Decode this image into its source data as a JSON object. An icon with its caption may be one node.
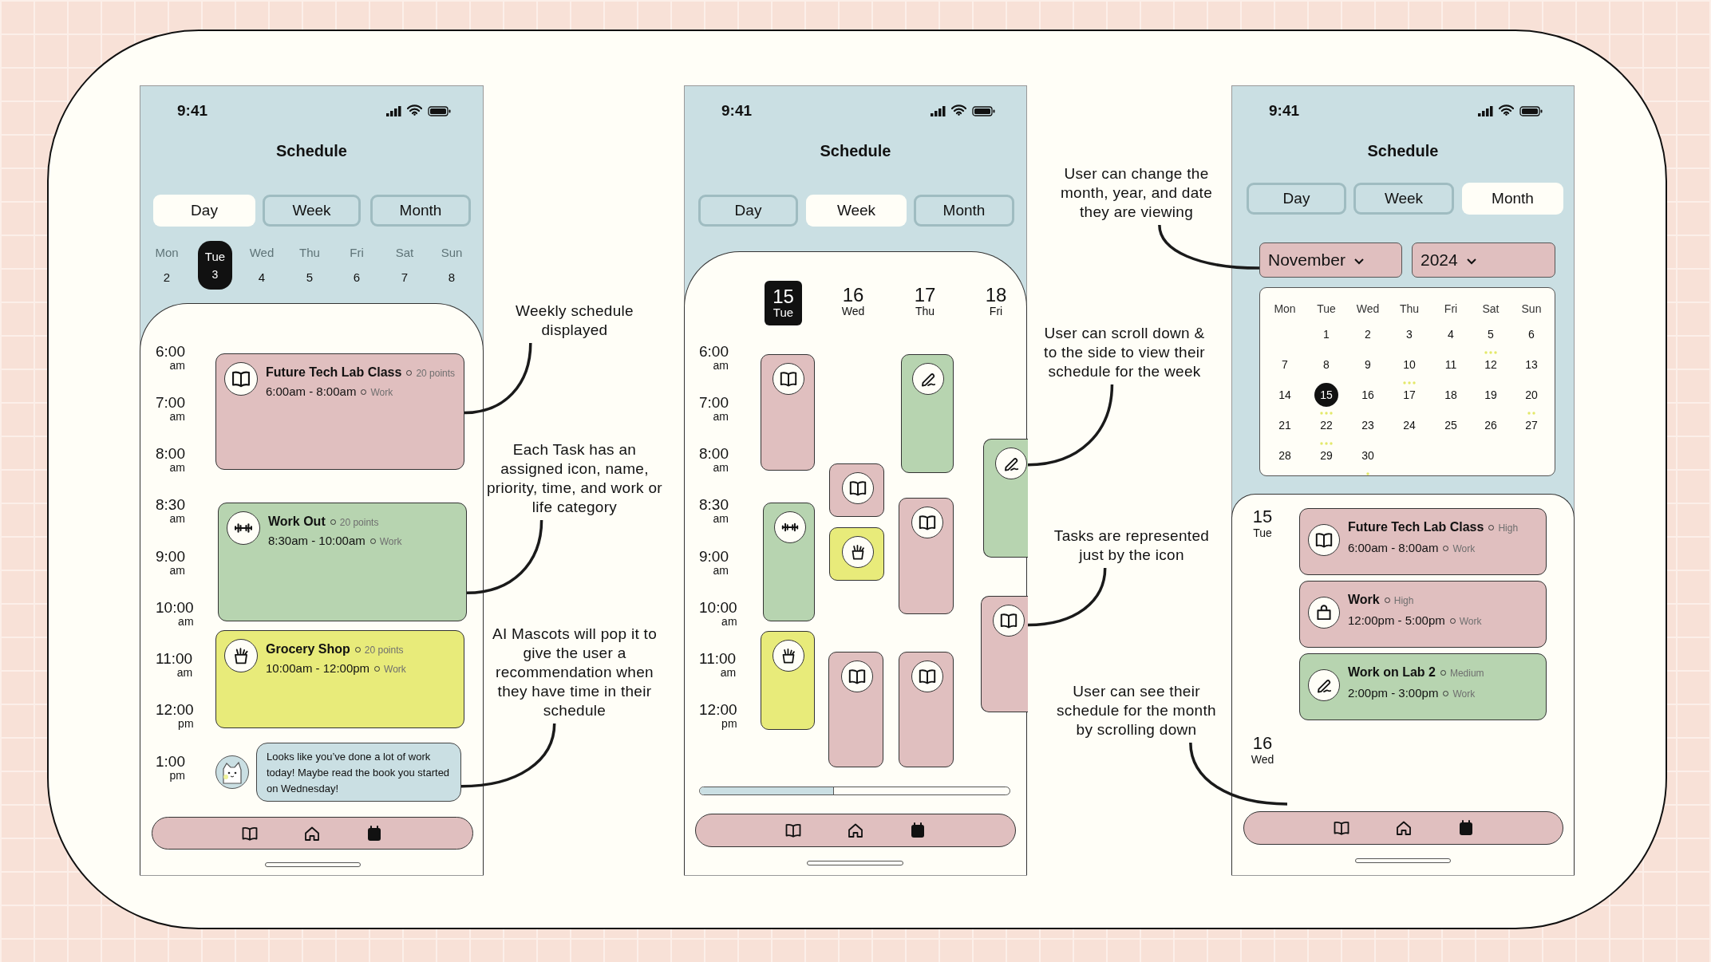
{
  "diagram": {
    "nodes": [
      {
        "text": [
          "9:41",
          "Schedule"
        ]
      },
      {
        "text": [
          "Day"
        ],
        "in": 0
      },
      {
        "text": [
          "Week"
        ],
        "in": 0
      },
      {
        "text": [
          "Month"
        ],
        "in": 0
      },
      {
        "text": [
          "Tue",
          "3"
        ],
        "in": 0
      },
      {
        "text": [
          "Future Tech Lab Class",
          "20 points",
          "6:00am - 8:00am",
          "Work"
        ],
        "in": 0
      },
      {
        "text": [
          "Work Out",
          "20 points",
          "8:30am - 10:00am",
          "Work"
        ],
        "in": 0
      },
      {
        "text": [
          "Grocery Shop",
          "20 points",
          "10:00am - 12:00pm",
          "Work"
        ],
        "in": 0
      },
      {
        "text": [
          "Looks like you’ve done a lot of work today! Maybe read the book you started on Wednesday!"
        ],
        "in": 0
      },
      {
        "text": [
          "Weekly schedule displayed"
        ]
      },
      {
        "text": [
          "Each Task has an assigned icon, name, priority, time, and work or life category"
        ]
      },
      {
        "text": [
          "AI Mascots will pop it to give the user a recommendation when they have time in their schedule"
        ]
      },
      {
        "text": [
          "9:41",
          "Schedule"
        ]
      },
      {
        "text": [
          "Day"
        ],
        "in": 12
      },
      {
        "text": [
          "Week"
        ],
        "in": 12
      },
      {
        "text": [
          "Month"
        ],
        "in": 12
      },
      {
        "text": [
          "15",
          "Tue"
        ],
        "in": 12
      },
      {
        "text": [],
        "shape": "box",
        "in": 12
      },
      {
        "text": [],
        "shape": "box",
        "in": 12
      },
      {
        "text": [],
        "shape": "box",
        "in": 12
      },
      {
        "text": [],
        "shape": "box",
        "in": 12
      },
      {
        "text": [],
        "shape": "box",
        "in": 12
      },
      {
        "text": [],
        "shape": "box",
        "in": 12
      },
      {
        "text": [],
        "shape": "box",
        "in": 12
      },
      {
        "text": [],
        "shape": "box",
        "in": 12
      },
      {
        "text": [],
        "shape": "box",
        "in": 12
      },
      {
        "text": [],
        "shape": "box",
        "in": 12
      },
      {
        "text": [],
        "shape": "box",
        "in": 12
      },
      {
        "text": [
          "User can scroll down & to the side to view their schedule for the week"
        ]
      },
      {
        "text": [
          "Tasks are represented just by the icon"
        ]
      },
      {
        "text": [
          "9:41",
          "Schedule"
        ]
      },
      {
        "text": [
          "Day"
        ],
        "in": 30
      },
      {
        "text": [
          "Week"
        ],
        "in": 30
      },
      {
        "text": [
          "Month"
        ],
        "in": 30
      },
      {
        "text": [
          "November"
        ],
        "in": 30
      },
      {
        "text": [
          "2024"
        ],
        "in": 30
      },
      {
        "text": [
          "Mon",
          "Tue",
          "Wed",
          "Thu",
          "Fri",
          "Sat",
          "Sun",
          "1",
          "2",
          "3",
          "4",
          "5",
          "6",
          "7",
          "8",
          "9",
          "10",
          "11",
          "12",
          "13",
          "14",
          "15",
          "16",
          "17",
          "18",
          "19",
          "20",
          "21",
          "22",
          "23",
          "24",
          "25",
          "26",
          "27",
          "28",
          "29",
          "30"
        ],
        "in": 30
      },
      {
        "text": [
          "Future Tech Lab Class",
          "High",
          "6:00am - 8:00am",
          "Work"
        ],
        "in": 30
      },
      {
        "text": [
          "Work",
          "High",
          "12:00pm - 5:00pm",
          "Work"
        ],
        "in": 30
      },
      {
        "text": [
          "Work on Lab 2",
          "Medium",
          "2:00pm - 3:00pm",
          "Work"
        ],
        "in": 30
      },
      {
        "text": [
          "User can change the month, year, and date they are viewing"
        ]
      },
      {
        "text": [
          "User can see their schedule for the month by scrolling down"
        ]
      }
    ],
    "edges": [
      {
        "from": 9,
        "to": 5,
        "arrow": "none"
      },
      {
        "from": 10,
        "to": 6,
        "arrow": "none"
      },
      {
        "from": 11,
        "to": 8,
        "arrow": "none"
      },
      {
        "from": 28,
        "to": 26,
        "arrow": "none"
      },
      {
        "from": 29,
        "to": 27,
        "arrow": "none"
      },
      {
        "from": 40,
        "to": 34,
        "arrow": "none"
      },
      {
        "from": 41,
        "to": null,
        "arrow": "none"
      }
    ],
    "labels": [
      "Mon",
      "Wed",
      "Thu",
      "Fri",
      "Sat",
      "Sun",
      "2",
      "4",
      "5",
      "6",
      "7",
      "8",
      "6:00 am",
      "7:00 am",
      "8:00 am",
      "8:30 am",
      "9:00 am",
      "10:00 am",
      "11:00 am",
      "12:00 pm",
      "1:00 pm",
      "16 Wed",
      "17 Thu",
      "18 Fri",
      "6:00 am",
      "7:00 am",
      "8:00 am",
      "8:30 am",
      "9:00 am",
      "10:00 am",
      "11:00 am",
      "12:00 pm",
      "15 Tue",
      "16 Wed"
    ]
  }
}
